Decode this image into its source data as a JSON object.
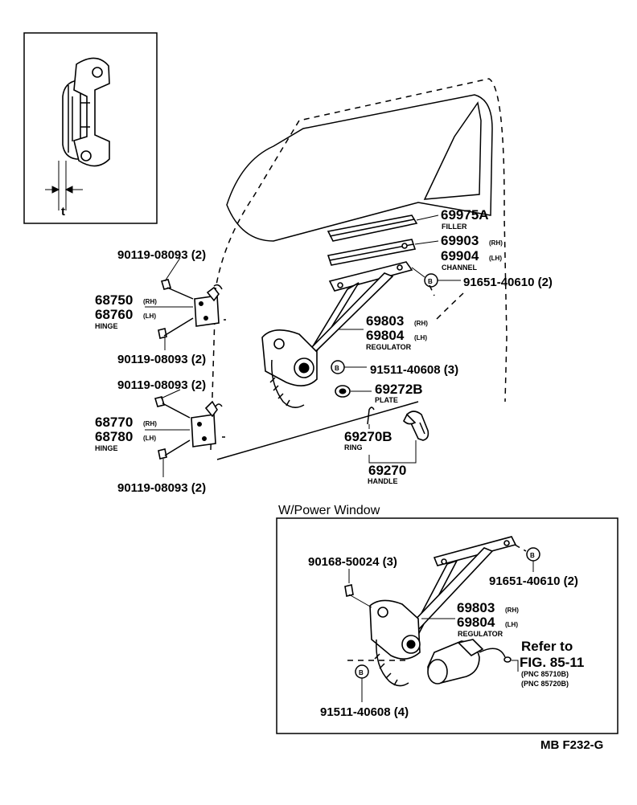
{
  "inset": {
    "dimension_label": "t"
  },
  "labels": {
    "p69975a": "69975A",
    "p69975a_name": "FILLER",
    "p69903": "69903",
    "p69903_side": "(RH)",
    "p69904": "69904",
    "p69904_side": "(LH)",
    "channel_name": "CHANNEL",
    "bolt_b_top": "91651-40610 (2)",
    "p69803": "69803",
    "p69803_side": "(RH)",
    "p69804": "69804",
    "p69804_side": "(LH)",
    "regulator_name": "REGULATOR",
    "bolt_b_mid": "91511-40608 (3)",
    "p69272b": "69272B",
    "p69272b_name": "PLATE",
    "p69270b": "69270B",
    "p69270b_name": "RING",
    "p69270": "69270",
    "p69270_name": "HANDLE",
    "bolt_hinge_1": "90119-08093 (2)",
    "p68750": "68750",
    "p68750_side": "(RH)",
    "p68760": "68760",
    "p68760_side": "(LH)",
    "hinge_upper_name": "HINGE",
    "bolt_hinge_2": "90119-08093 (2)",
    "bolt_hinge_3": "90119-08093 (2)",
    "p68770": "68770",
    "p68770_side": "(RH)",
    "p68780": "68780",
    "p68780_side": "(LH)",
    "hinge_lower_name": "HINGE",
    "bolt_hinge_4": "90119-08093 (2)",
    "b_marker": "B"
  },
  "power_window": {
    "title": "W/Power Window",
    "screw": "90168-50024 (3)",
    "bolt_top": "91651-40610 (2)",
    "p69803": "69803",
    "p69803_side": "(RH)",
    "p69804": "69804",
    "p69804_side": "(LH)",
    "regulator_name": "REGULATOR",
    "refer_line1": "Refer to",
    "refer_line2": "FIG. 85-11",
    "pnc1": "(PNC 85710B)",
    "pnc2": "(PNC 85720B)",
    "bolt_bottom": "91511-40608 (4)"
  },
  "footer": {
    "code": "MB F232-G"
  }
}
